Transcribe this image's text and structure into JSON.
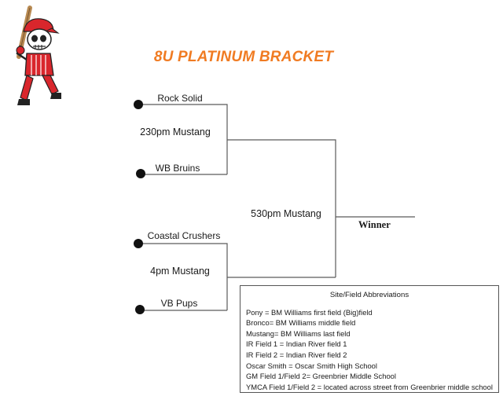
{
  "bracket": {
    "title": "8U PLATINUM BRACKET",
    "teams": [
      "Rock Solid",
      "WB Bruins",
      "Coastal Crushers",
      "VB Pups"
    ],
    "games": {
      "semi_top": "230pm Mustang",
      "semi_bottom": "4pm Mustang",
      "final": "530pm Mustang"
    },
    "winner_label": "Winner"
  },
  "legend": {
    "title": "Site/Field Abbreviations",
    "items": [
      "Pony = BM Williams first field (Big)field",
      "Bronco= BM Williams middle field",
      "Mustang= BM Williams last field",
      "IR Field 1 = Indian River field 1",
      "IR Field 2 = Indian River field 2",
      "Oscar Smith = Oscar Smith High School",
      "GM Field 1/Field 2= Greenbrier Middle School",
      "YMCA Field 1/Field 2 = located across street from Greenbrier middle school"
    ]
  },
  "colors": {
    "title": "#f07b22",
    "mascot_red": "#d9262c",
    "line": "#5a5a5a"
  }
}
